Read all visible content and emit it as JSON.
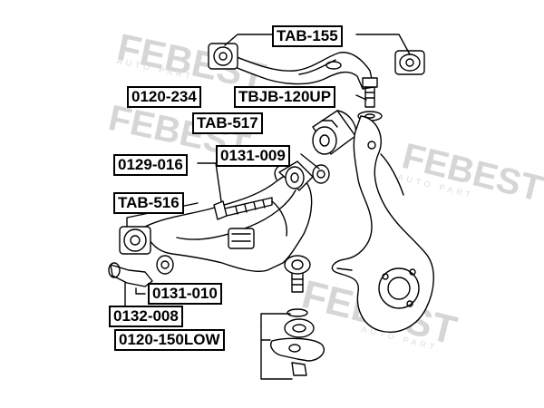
{
  "watermark": {
    "text": "FEBEST",
    "subtext": "AUTO PART"
  },
  "part_labels": {
    "tab_155": "TAB-155",
    "p0120_234": "0120-234",
    "tbjb_120up": "TBJB-120UP",
    "tab_517": "TAB-517",
    "p0131_009": "0131-009",
    "p0129_016": "0129-016",
    "tab_516": "TAB-516",
    "p0131_010": "0131-010",
    "p0132_008": "0132-008",
    "p0120_150low": "0120-150LOW"
  },
  "colors": {
    "line": "#000000",
    "watermark": "#d6d6d6",
    "background": "#ffffff"
  }
}
